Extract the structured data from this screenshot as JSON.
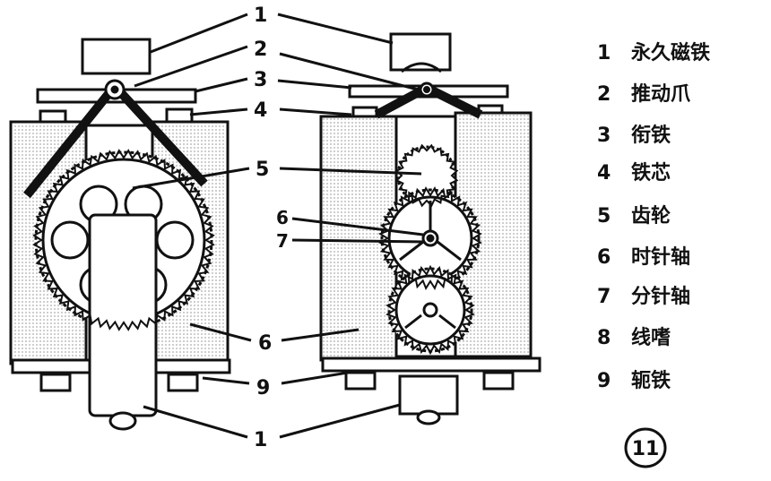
{
  "callouts": {
    "left": [
      "1",
      "2",
      "3",
      "4",
      "5",
      "6",
      "9",
      "1"
    ],
    "middle": [
      "6",
      "7"
    ]
  },
  "legend": [
    {
      "num": "1",
      "text": "永久磁铁"
    },
    {
      "num": "2",
      "text": "推动爪"
    },
    {
      "num": "3",
      "text": "衔铁"
    },
    {
      "num": "4",
      "text": "铁芯"
    },
    {
      "num": "5",
      "text": "齿轮"
    },
    {
      "num": "6",
      "text": "时针轴"
    },
    {
      "num": "7",
      "text": "分针轴"
    },
    {
      "num": "8",
      "text": "线嗜"
    },
    {
      "num": "9",
      "text": "轭铁"
    }
  ],
  "figure_number": "11"
}
